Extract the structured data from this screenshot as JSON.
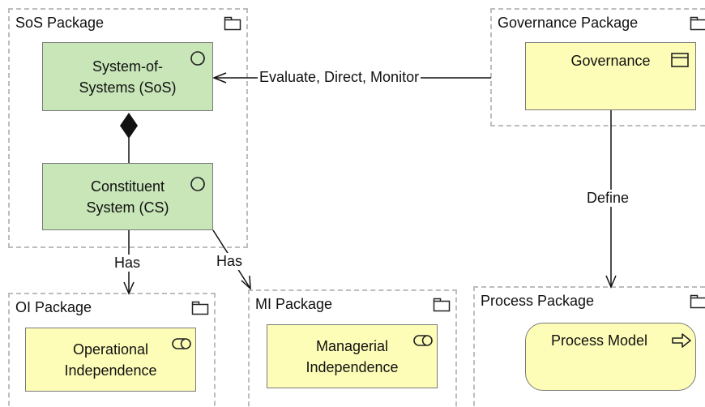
{
  "packages": {
    "sos": "SoS Package",
    "governance": "Governance Package",
    "oi": "OI Package",
    "mi": "MI Package",
    "process": "Process Package"
  },
  "elements": {
    "sos": "System-of-\nSystems (SoS)",
    "cs": "Constituent\nSystem (CS)",
    "governance": "Governance",
    "oi": "Operational\nIndependence",
    "mi": "Managerial\nIndependence",
    "process_model": "Process Model"
  },
  "relations": {
    "evaluate": "Evaluate, Direct, Monitor",
    "define": "Define",
    "has_oi": "Has",
    "has_mi": "Has"
  },
  "colors": {
    "element_green": "#c8e6b8",
    "element_yellow": "#fdfdb8",
    "package_border": "#bdbdbd"
  },
  "icons": {
    "package": "folder-tab-icon",
    "system": "system-circles-icon",
    "governance": "business-object-icon",
    "service": "service-pill-icon",
    "process": "process-arrow-icon"
  }
}
